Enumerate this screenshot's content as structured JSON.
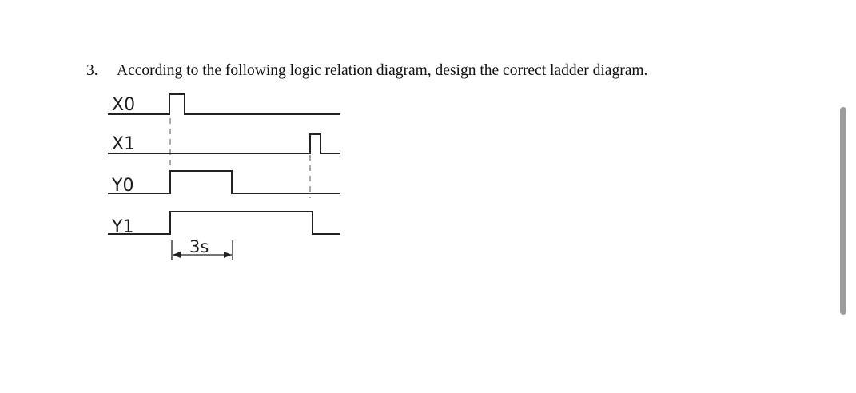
{
  "question": {
    "number": "3.",
    "text": "According to the following logic relation diagram, design the correct ladder diagram."
  },
  "timing_diagram": {
    "signals": [
      {
        "name": "X0"
      },
      {
        "name": "X1"
      },
      {
        "name": "Y0"
      },
      {
        "name": "Y1"
      }
    ],
    "delay_label": "3s"
  }
}
